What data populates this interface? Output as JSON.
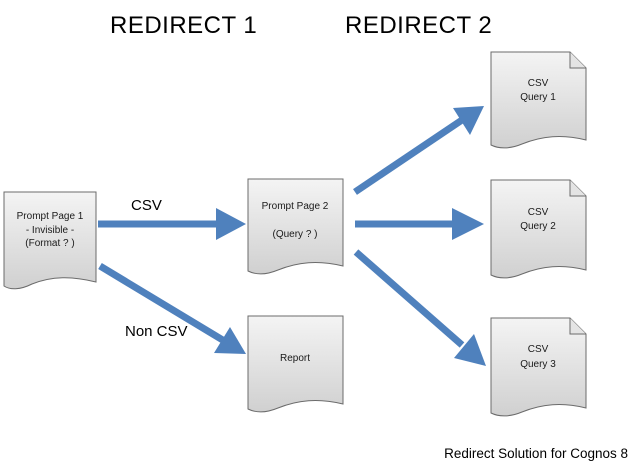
{
  "headings": {
    "redirect1": "REDIRECT 1",
    "redirect2": "REDIRECT 2"
  },
  "nodes": {
    "prompt_page_1": [
      "Prompt Page 1",
      "- Invisible -",
      "(Format ? )"
    ],
    "prompt_page_2": [
      "Prompt Page 2",
      "",
      "(Query ? )"
    ],
    "report": [
      "Report"
    ],
    "csv_query_1": [
      "CSV",
      "Query 1"
    ],
    "csv_query_2": [
      "CSV",
      "Query 2"
    ],
    "csv_query_3": [
      "CSV",
      "Query 3"
    ]
  },
  "edges": {
    "csv_label": "CSV",
    "non_csv_label": "Non CSV"
  },
  "footer": "Redirect Solution for Cognos 8",
  "colors": {
    "arrow": "#4f81bd",
    "doc_fill_top": "#f4f4f4",
    "doc_fill_bottom": "#d0d0d0",
    "doc_stroke": "#6b6b6b"
  }
}
